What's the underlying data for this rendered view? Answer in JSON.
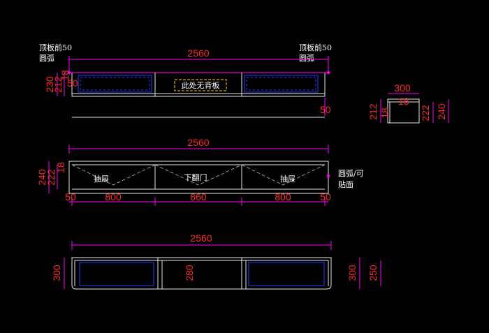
{
  "top_view": {
    "note_left_line1": "顶板前50",
    "note_left_line2": "圆弧",
    "note_right_line1": "顶板前50",
    "note_right_line2": "圆弧",
    "total_width": "2560",
    "dim_230": "230",
    "dim_212": "212",
    "dim_18": "18",
    "dim_50_left": "50",
    "dim_50_right": "50",
    "center_label": "此处无背板"
  },
  "side_section": {
    "width": "300",
    "inner_top": "18",
    "inner_left": "18",
    "left_height": "212",
    "right_inner": "222",
    "right_outer": "240"
  },
  "front_view": {
    "total_width": "2560",
    "dim_240": "240",
    "dim_222": "222",
    "dim_18": "18",
    "label_left": "抽屉",
    "label_center": "下翻门",
    "label_right": "抽屉",
    "note_right_line1": "圆弧/可",
    "note_right_line2": "贴面",
    "bottom_dims": [
      "50",
      "800",
      "860",
      "800",
      "50"
    ]
  },
  "plan_view": {
    "total_width": "2560",
    "dim_300_left": "300",
    "dim_280": "280",
    "dim_300_right": "300",
    "dim_250": "250"
  }
}
